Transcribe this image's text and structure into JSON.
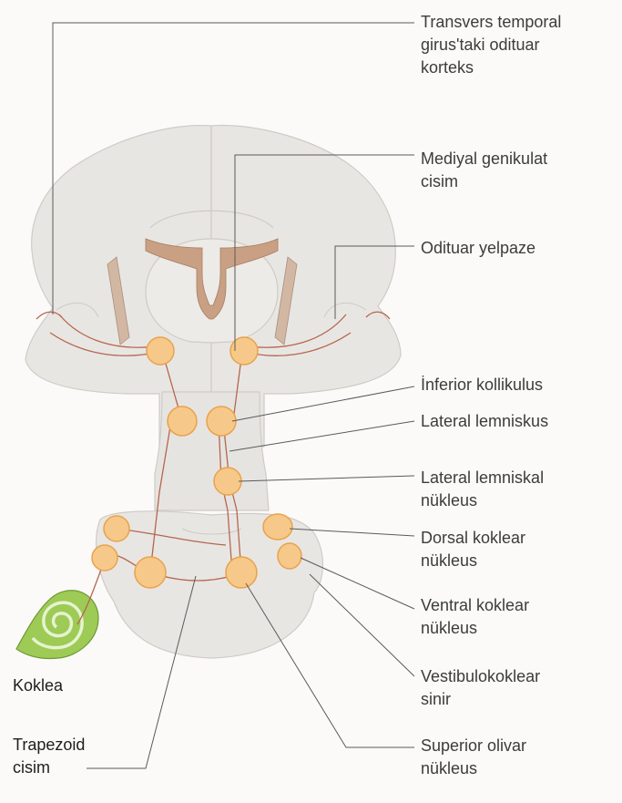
{
  "labels": {
    "auditory_cortex": "Transvers temporal\ngirus'taki odituar\nkorteks",
    "medial_geniculate": "Mediyal genikulat\ncisim",
    "auditory_radiation": "Odituar yelpaze",
    "inferior_colliculus": "İnferior kollikulus",
    "lateral_lemniscus": "Lateral lemniskus",
    "lateral_lemniscal_nucleus": "Lateral lemniskal\nnükleus",
    "dorsal_cochlear_nucleus": "Dorsal koklear\nnükleus",
    "ventral_cochlear_nucleus": "Ventral koklear\nnükleus",
    "vestibulocochlear_nerve": "Vestibulokoklear\nsinir",
    "superior_olivary_nucleus": "Superior olivar\nnükleus",
    "cochlea": "Koklea",
    "trapezoid_body": "Trapezoid\ncisim"
  },
  "colors": {
    "brain_tissue": "#e8e6e3",
    "tissue_outline": "#c9c5c0",
    "ventricle": "#c9a084",
    "nucleus_fill": "#f6c98a",
    "nucleus_stroke": "#e9a24b",
    "pathway": "#b5664e",
    "cochlea": "#8fc04a",
    "leader_line": "#5a5a5a"
  }
}
